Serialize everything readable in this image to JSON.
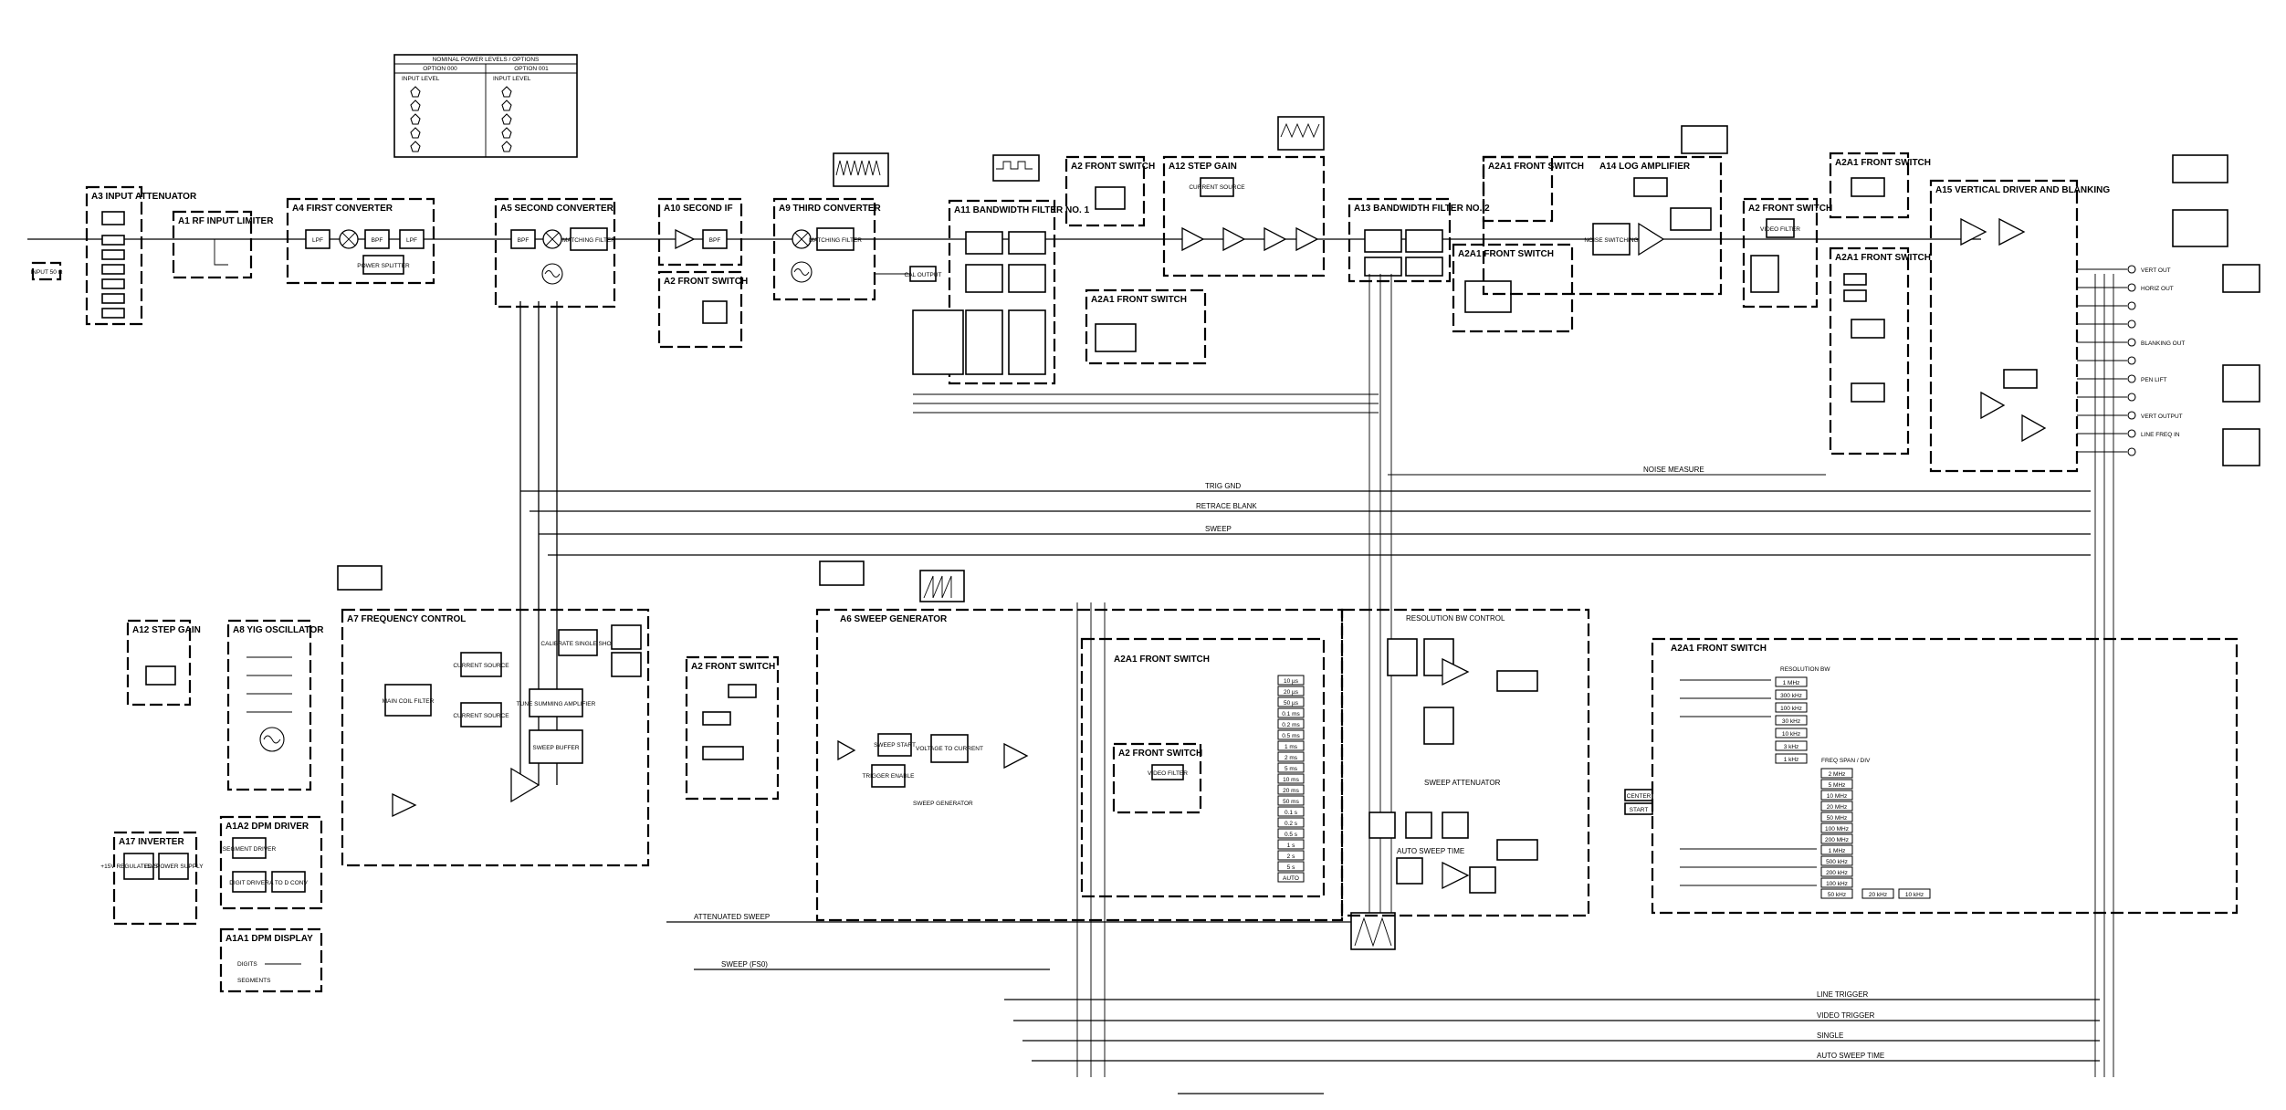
{
  "options_table": {
    "title": "NOMINAL POWER LEVELS / OPTIONS",
    "col1": "OPTION 000",
    "col2": "OPTION 001",
    "hdr1": "INPUT LEVEL",
    "hdr2": "INPUT LEVEL"
  },
  "blocks": {
    "a3": "A3 INPUT ATTENUATOR",
    "a1": "A1 RF INPUT LIMITER",
    "a4": "A4 FIRST CONVERTER",
    "a5": "A5 SECOND CONVERTER",
    "a10": "A10 SECOND IF",
    "a9": "A9 THIRD CONVERTER",
    "a11": "A11 BANDWIDTH FILTER NO. 1",
    "a2fs1": "A2 FRONT SWITCH",
    "a12sg": "A12 STEP GAIN",
    "a13": "A13 BANDWIDTH FILTER NO. 2",
    "a2a1fs": "A2A1 FRONT SWITCH",
    "a14": "A14 LOG AMPLIFIER",
    "a2fs2": "A2 FRONT SWITCH",
    "a15": "A15 VERTICAL DRIVER AND BLANKING",
    "a2a1fs_vf": "A2A1 FRONT SWITCH",
    "a12": "A12 STEP GAIN",
    "a8": "A8 YIG OSCILLATOR",
    "a7": "A7 FREQUENCY CONTROL",
    "a2fs3": "A2 FRONT SWITCH",
    "a6": "A6 SWEEP GENERATOR",
    "a2a1_sweep": "A2A1 FRONT SWITCH",
    "a2_video": "A2 FRONT SWITCH",
    "a2a1_res": "A2A1 FRONT SWITCH",
    "a17": "A17 INVERTER",
    "a1a2": "A1A2 DPM DRIVER",
    "a1a1": "A1A1 DPM DISPLAY"
  },
  "inner": {
    "lpf": "LPF",
    "bpf": "BPF",
    "power_splitter": "POWER SPLITTER",
    "matching_filter": "MATCHING FILTER",
    "step_gain_current": "CURRENT SOURCE",
    "log_noise": "NOISE SWITCHING",
    "video_filter": "VIDEO FILTER",
    "cal_output": "CAL OUTPUT",
    "input_50": "INPUT 50 Ω",
    "inverter_cells": [
      "+15V REGULATED SUPPLY",
      "+5V POWER SUPPLY"
    ],
    "dpm_cells": [
      "SEGMENT DRIVER",
      "DIGIT DRIVER",
      "A TO D CONV"
    ],
    "digits": "DIGITS",
    "segments": "SEGMENTS",
    "sweep_cells": [
      "TRIGGER ENABLE",
      "SWEEP START",
      "VOLTAGE TO CURRENT",
      "SWEEP GENERATOR"
    ],
    "freq_cells": [
      "CURRENT SOURCE",
      "CURRENT SOURCE",
      "MAIN COIL FILTER",
      "CALIBRATE SINGLE SHOT",
      "SWEEP BUFFER",
      "TUNE SUMMING AMPLIFIER"
    ],
    "res_bw": "RESOLUTION BW",
    "freq_span": "FREQ SPAN / DIV",
    "center": "CENTER",
    "start": "START"
  },
  "bus_labels": {
    "trig_gnd": "TRIG GND",
    "retrace_blank": "RETRACE BLANK",
    "sweep": "SWEEP",
    "noise_measure": "NOISE MEASURE",
    "attenuated_sweep": "ATTENUATED SWEEP",
    "sweep_ffs0": "SWEEP (FS0)",
    "line_trigger": "LINE TRIGGER",
    "video_trigger": "VIDEO TRIGGER",
    "single": "SINGLE",
    "auto_sweep_time": "AUTO SWEEP TIME",
    "resolution_bw_control": "RESOLUTION BW CONTROL",
    "sweep_attenuator": "SWEEP ATTENUATOR",
    "auto_sweep_time2": "AUTO SWEEP TIME"
  },
  "res_list": [
    "1 MHz",
    "300 kHz",
    "100 kHz",
    "30 kHz",
    "10 kHz",
    "3 kHz",
    "1 kHz"
  ],
  "span_list": [
    "2 MHz",
    "5 MHz",
    "10 MHz",
    "20 MHz",
    "50 MHz",
    "100 MHz",
    "200 MHz",
    "1 MHz",
    "500 kHz",
    "200 kHz",
    "100 kHz",
    "50 kHz",
    "20 kHz",
    "10 kHz"
  ],
  "sweep_list": [
    "10 µs",
    "20 µs",
    "50 µs",
    "0.1 ms",
    "0.2 ms",
    "0.5 ms",
    "1 ms",
    "2 ms",
    "5 ms",
    "10 ms",
    "20 ms",
    "50 ms",
    "0.1 s",
    "0.2 s",
    "0.5 s",
    "1 s",
    "2 s",
    "5 s",
    "AUTO"
  ],
  "outputs": [
    "VERT OUT",
    "HORIZ OUT",
    "BLANKING OUT",
    "PEN LIFT",
    "VERT OUTPUT",
    "LINE FREQ IN"
  ],
  "colors": {
    "ink": "#000000",
    "paper": "#ffffff"
  }
}
